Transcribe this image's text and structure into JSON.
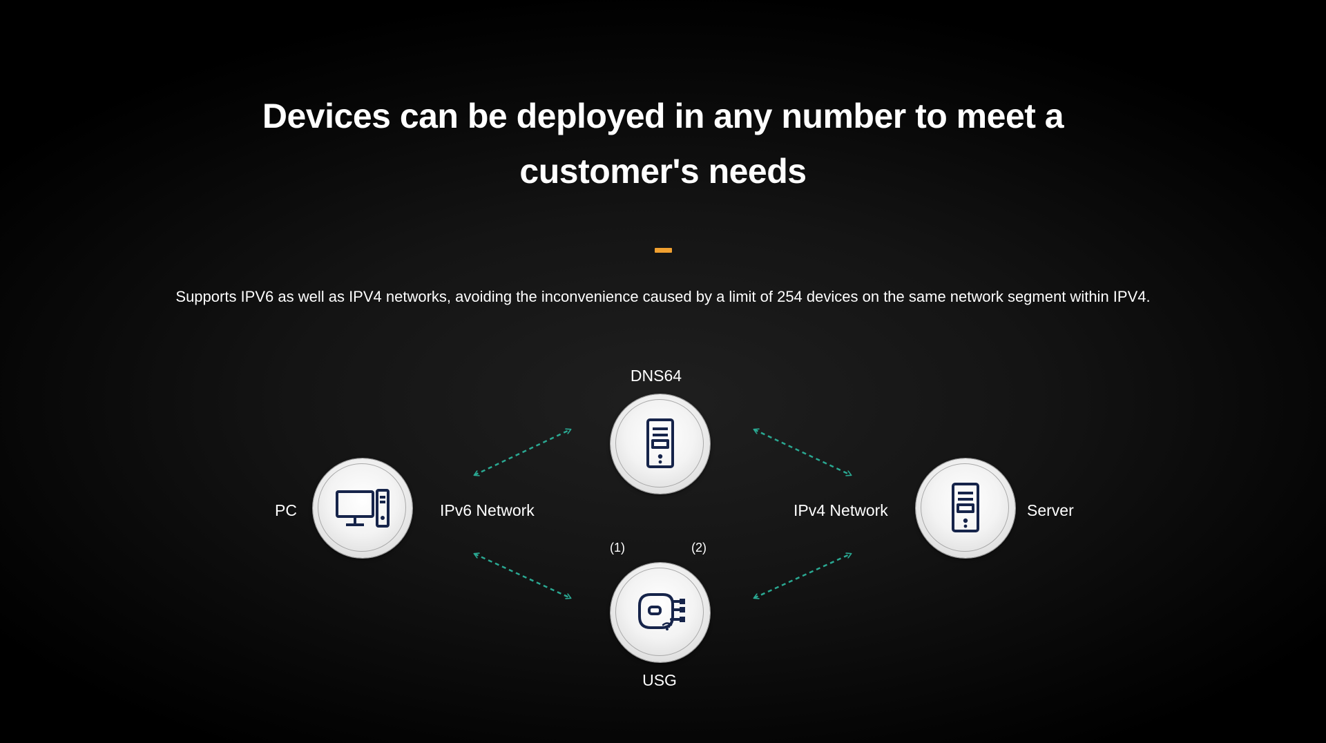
{
  "headline": {
    "line1": "Devices can be deployed in any number to meet a",
    "line2": "customer's needs"
  },
  "subtitle": "Supports IPV6 as well as IPV4 networks, avoiding the inconvenience caused by a limit of 254 devices on the same network segment within IPV4.",
  "colors": {
    "accent": "#f0a030",
    "link": "#2aa892",
    "icon": "#16244a"
  },
  "diagram": {
    "nodes": {
      "dns64": {
        "label": "DNS64",
        "icon": "server-tower-icon"
      },
      "pc": {
        "label": "PC",
        "icon": "desktop-computer-icon"
      },
      "server": {
        "label": "Server",
        "icon": "server-tower-icon"
      },
      "usg": {
        "label": "USG",
        "icon": "security-gateway-icon"
      }
    },
    "networks": {
      "ipv6": "IPv6 Network",
      "ipv4": "IPv4 Network"
    },
    "markers": {
      "one": "(1)",
      "two": "(2)"
    }
  }
}
